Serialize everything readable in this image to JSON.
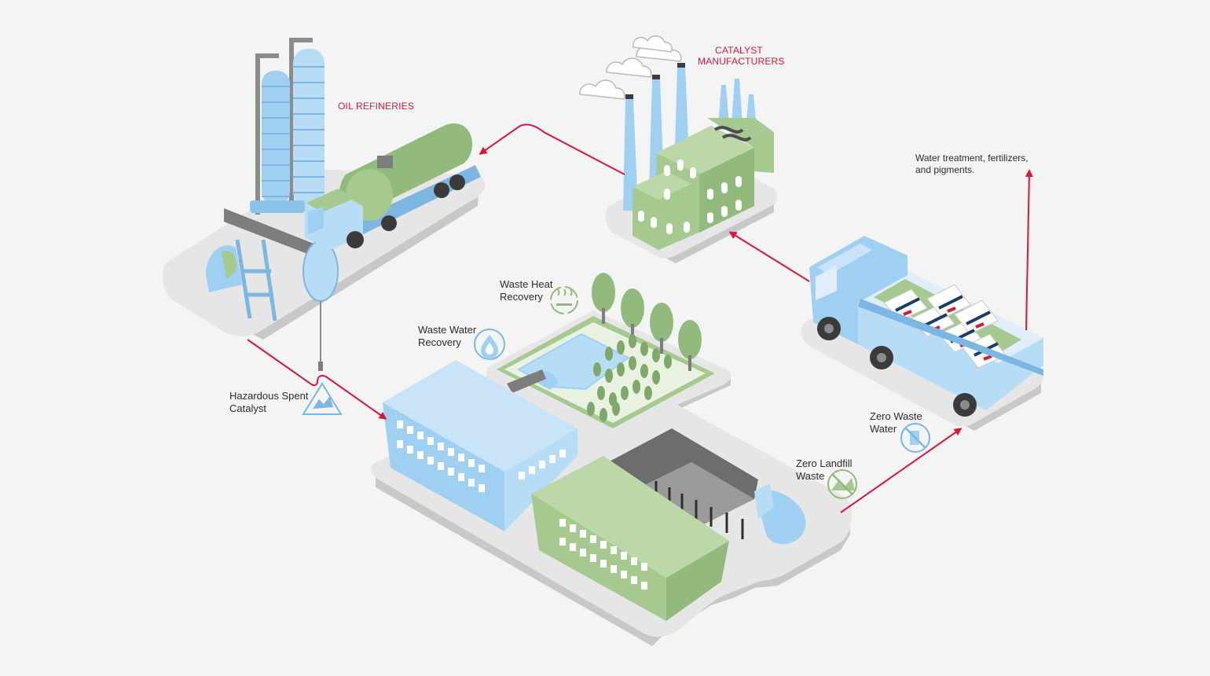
{
  "labels": {
    "oil_refineries": "OIL REFINERIES",
    "catalyst_manufacturers": [
      "CATALYST",
      "MANUFACTURERS"
    ],
    "water_treatment": [
      "Water treatment, fertilizers,",
      "and pigments."
    ],
    "waste_heat": [
      "Waste Heat",
      "Recovery"
    ],
    "waste_water": [
      "Waste Water",
      "Recovery"
    ],
    "hazardous": [
      "Hazardous Spent",
      "Catalyst"
    ],
    "zero_waste_water": [
      "Zero Waste",
      "Water"
    ],
    "zero_landfill": [
      "Zero Landfill",
      "Waste"
    ]
  },
  "icons": {
    "waste_heat": "recycle-heat-icon",
    "waste_water": "water-drop-icon",
    "hazardous": "hazard-warning-icon",
    "zero_waste_water": "no-water-icon",
    "zero_landfill": "no-landfill-icon"
  },
  "colors": {
    "accent": "#d9173a",
    "blue": "#9fd0f2",
    "green": "#a5c98e",
    "platform": "#e4e4e4"
  }
}
